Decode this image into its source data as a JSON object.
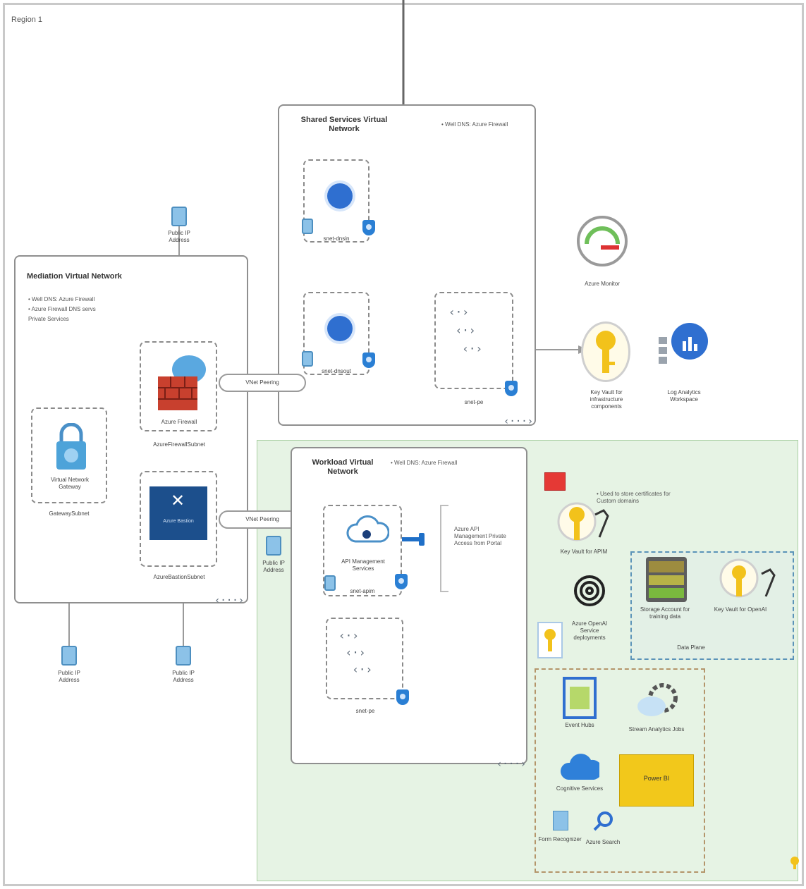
{
  "region_label": "Region 1",
  "mediation_vnet": {
    "title": "Mediation Virtual Network",
    "notes": [
      "• Well DNS: Azure Firewall",
      "• Azure Firewall DNS servs",
      "Private Services"
    ],
    "vpn_gateway_label": "Virtual Network Gateway",
    "gateway_subnet_label": "GatewaySubnet",
    "firewall_label": "Azure Firewall",
    "firewall_subnet_label": "AzureFirewallSubnet",
    "bastion_label": "Azure Bastion",
    "bastion_subnet_label": "AzureBastionSubnet"
  },
  "shared_vnet": {
    "title": "Shared Services Virtual Network",
    "note": "• Well DNS: Azure Firewall",
    "subnet1_label": "snet-dnsin",
    "subnet2_label": "snet-dnsout",
    "pe_subnet_label": "snet-pe"
  },
  "workload_vnet": {
    "title": "Workload Virtual Network",
    "note": "• Well DNS: Azure Firewall",
    "apim_label": "API Management Services",
    "apim_subnet_label": "snet-apim",
    "apim_note": "Azure API Management Private Access from Portal",
    "pe_subnet_label": "snet-pe"
  },
  "peering_label": "VNet Peering",
  "public_ip_label": "Public IP Address",
  "side_resources": {
    "monitor_label": "Azure Monitor",
    "keyvault_label": "Key Vault for infrastructure components",
    "log_analytics_label": "Log Analytics Workspace"
  },
  "workload_resources": {
    "cert_note": "• Used to store certificates for Custom domains",
    "keyvault_apim_label": "Key Vault for APIM",
    "openai_label": "Azure OpenAI Service deployments",
    "storage_label": "Storage Account for training data",
    "keyvault_openai_label": "Key Vault for OpenAI",
    "data_plane_label": "Data Plane",
    "event_hubs_label": "Event Hubs",
    "stream_analytics_label": "Stream Analytics Jobs",
    "cognitive_label": "Cognitive Services",
    "power_bi_label": "Power BI",
    "form_recognizer_label": "Form Recognizer",
    "search_label": "Azure Search"
  },
  "colors": {
    "workload_zone_bg": "#e6f3e4",
    "accent_blue": "#2a7fd4",
    "keyvault_yellow": "#f2c21b",
    "firewall_red": "#c8402e",
    "bastion_blue": "#1c4f8c",
    "powerbi_yellow": "#f2c81b",
    "alert_red": "#e53935"
  }
}
